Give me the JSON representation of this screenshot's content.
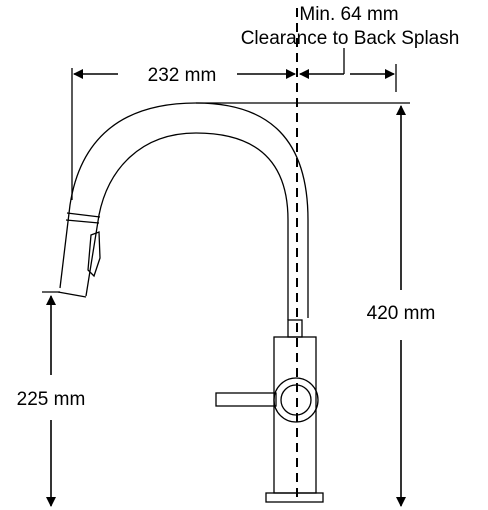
{
  "diagram": {
    "labels": {
      "clearance_line1": "Min. 64 mm",
      "clearance_line2": "Clearance to Back Splash",
      "reach": "232 mm",
      "height": "420 mm",
      "spout_height": "225 mm"
    }
  }
}
